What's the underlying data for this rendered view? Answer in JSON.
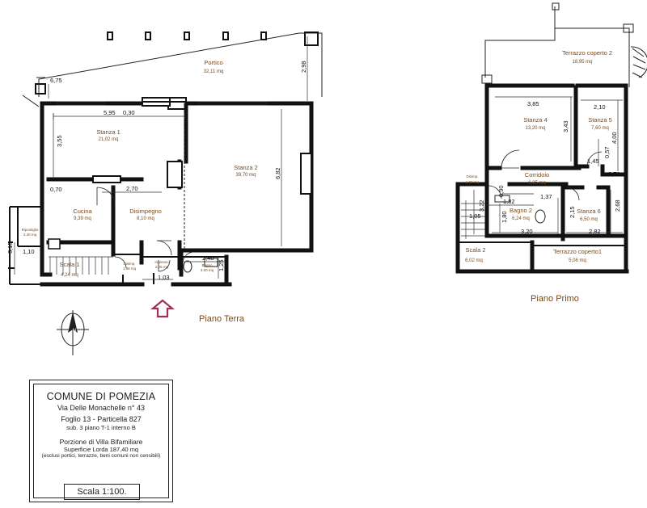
{
  "floors": {
    "ground": "Piano Terra",
    "first": "Piano Primo"
  },
  "rooms": {
    "portico": {
      "name": "Portico",
      "area": "32,11 mq"
    },
    "stanza1": {
      "name": "Stanza 1",
      "area": "21,02 mq"
    },
    "stanza2": {
      "name": "Stanza 2",
      "area": "39,70 mq"
    },
    "cucina": {
      "name": "Cucina",
      "area": "9,39 mq"
    },
    "disimpegno": {
      "name": "Disimpegno",
      "area": "8,10 mq"
    },
    "ripostiglio": {
      "name": "Ripostiglio",
      "area": "3,40 mq"
    },
    "scala1": {
      "name": "Scala 1",
      "area": "4,24 mq"
    },
    "disimp_small": {
      "name": "Disimp.",
      "area": "1,88 mq"
    },
    "ingresso": {
      "name": "Ingresso",
      "area": "2,05 mq"
    },
    "bagno": {
      "name": "Bagno",
      "area": "3,00 mq"
    },
    "terrazzo2": {
      "name": "Terrazzo coperto 2",
      "area": "18,95 mq"
    },
    "stanza4": {
      "name": "Stanza 4",
      "area": "13,20 mq"
    },
    "stanza5": {
      "name": "Stanza 5",
      "area": "7,60 mq"
    },
    "corridoio": {
      "name": "Corridoio",
      "area": "6,25 mq"
    },
    "disimp_first": {
      "name": "Disimp.",
      "area": "1,69 mq"
    },
    "bagno2": {
      "name": "Bagno 2",
      "area": "6,24 mq"
    },
    "stanza6": {
      "name": "Stanza 6",
      "area": "6,50 mq"
    },
    "scala2": {
      "name": "Scala 2",
      "area": "6,02 mq"
    },
    "terrazzo1": {
      "name": "Terrazzo coperto1",
      "area": "5,06 mq"
    }
  },
  "dimensions": {
    "d_675": "6,75",
    "d_595": "5,95",
    "d_030": "0,30",
    "d_355": "3,55",
    "d_070": "0,70",
    "d_270": "2,70",
    "d_682": "6,82",
    "d_298": "2,98",
    "d_315": "3,15",
    "d_110": "1,10",
    "d_240": "2,40",
    "d_125": "1,25",
    "d_103": "1,03",
    "d_385": "3,85",
    "d_210": "2,10",
    "d_343": "3,43",
    "d_400": "4,00",
    "d_057": "0,57",
    "d_145": "1,45",
    "d_070b": "0,70",
    "d_090": "0,90",
    "d_182": "1,82",
    "d_137": "1,37",
    "d_322": "3,22",
    "d_105": "1,05",
    "d_180": "1,80",
    "d_215": "2,15",
    "d_268": "2,68",
    "d_320": "3,20",
    "d_282": "2,82"
  },
  "compass": "N",
  "title_block": {
    "municipality": "COMUNE DI POMEZIA",
    "address": "Via Delle Monachelle n° 43",
    "cadastral": "Foglio 13 - Particella 827",
    "sub": "sub. 3  piano T-1  interno B",
    "portion": "Porzione di Villa Bifamiliare",
    "surface": "Superficie Lorda 187,40 mq",
    "note": "(esclusi portici, terrazze, beni comuni non censibili)",
    "scale": "Scala 1:100."
  },
  "colors": {
    "label": "#7a4a1a",
    "entry_arrow": "#a0305a",
    "walls": "#111111"
  }
}
